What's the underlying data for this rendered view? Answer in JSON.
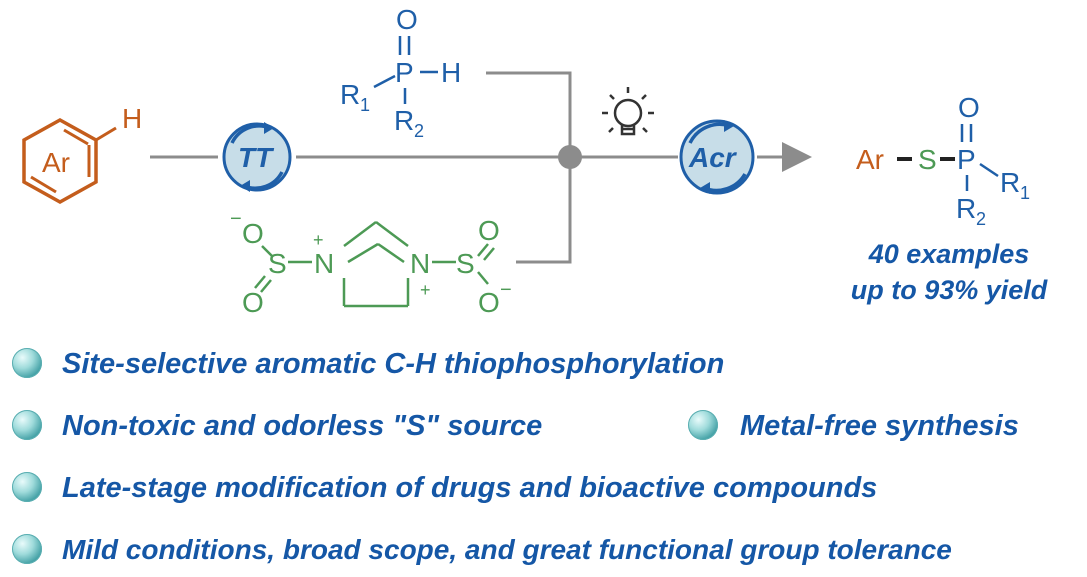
{
  "scheme": {
    "arene": {
      "ring_label": "Ar",
      "h_label": "H",
      "color": "#c45d1c"
    },
    "phosphine_oxide": {
      "o": "O",
      "p": "P",
      "h": "H",
      "r1": "R",
      "r1_sub": "1",
      "r2": "R",
      "r2_sub": "2",
      "color": "#1f5fa8"
    },
    "sulfur_reagent": {
      "o": "O",
      "s": "S",
      "n": "N",
      "plus": "+",
      "minus": "−",
      "color": "#4d9a55"
    },
    "catalyst_1": {
      "label": "TT"
    },
    "catalyst_2": {
      "label": "Acr"
    },
    "product": {
      "ar": "Ar",
      "s": "S",
      "o": "O",
      "p": "P",
      "r1": "R",
      "r1_sub": "1",
      "r2": "R",
      "r2_sub": "2"
    },
    "stats": {
      "line1": "40 examples",
      "line2": "up to 93% yield"
    }
  },
  "highlights": [
    {
      "text": "Site-selective aromatic C-H thiophosphorylation"
    },
    {
      "text": "Non-toxic and odorless \"S\" source"
    },
    {
      "text": "Metal-free synthesis"
    },
    {
      "text": "Late-stage modification of drugs and bioactive compounds"
    },
    {
      "text": "Mild conditions, broad scope, and great functional group tolerance"
    }
  ],
  "colors": {
    "blue": "#1557a6",
    "green": "#4d9a55",
    "orange": "#c45d1c",
    "gray": "#8c8c8c",
    "catalyst_fill": "#c7dde8"
  }
}
